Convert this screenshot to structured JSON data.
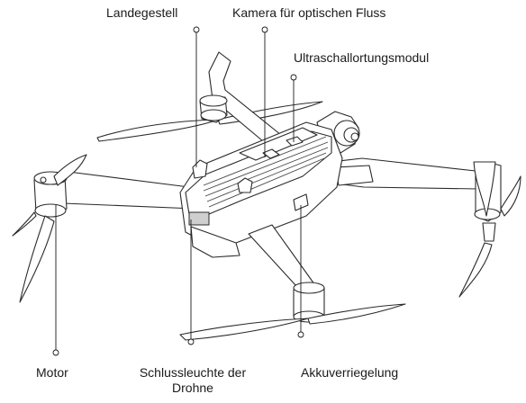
{
  "labels": {
    "landing_gear": "Landegestell",
    "optical_flow_camera": "Kamera für optischen Fluss",
    "ultrasonic_module": "Ultraschallortungsmodul",
    "motor": "Motor",
    "rear_light_line1": "Schlussleuchte der",
    "rear_light_line2": "Drohne",
    "battery_lock": "Akkuverriegelung"
  },
  "colors": {
    "line": "#2b2b2b",
    "text": "#1a1a1a",
    "background": "#ffffff"
  }
}
